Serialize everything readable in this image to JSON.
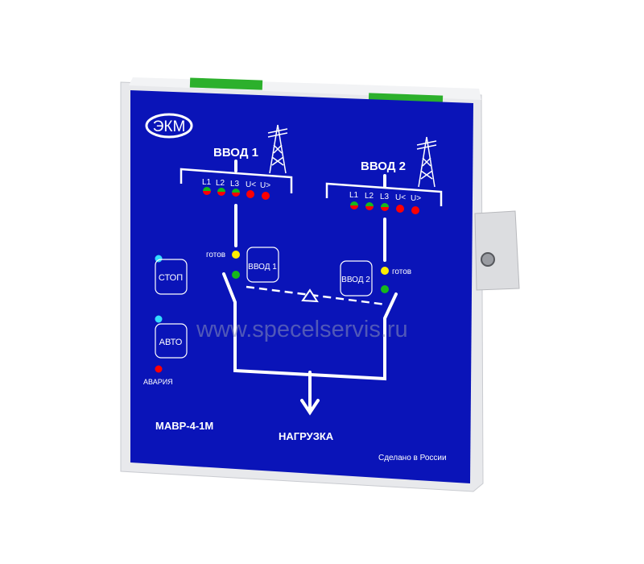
{
  "brand": {
    "logo": "ЭКМ"
  },
  "model": "МАВР-4-1М",
  "made_in": "Сделано в России",
  "load_label": "НАГРУЗКА",
  "watermark": "www.specelservis.ru",
  "inputs": [
    {
      "title": "ВВОД 1",
      "phases": [
        "L1",
        "L2",
        "L3",
        "U<",
        "U>"
      ],
      "ready_label": "готов",
      "button": "ВВОД 1"
    },
    {
      "title": "ВВОД 2",
      "phases": [
        "L1",
        "L2",
        "L3",
        "U<",
        "U>"
      ],
      "ready_label": "готов",
      "button": "ВВОД 2"
    }
  ],
  "controls": {
    "stop": "СТОП",
    "auto": "АВТО",
    "alarm": "АВАРИЯ"
  },
  "colors": {
    "panel": "#0a14b8",
    "led_red": "#ff0000",
    "led_green": "#16b81c",
    "led_yellow": "#ffee00",
    "led_cyan": "#33dcff"
  }
}
